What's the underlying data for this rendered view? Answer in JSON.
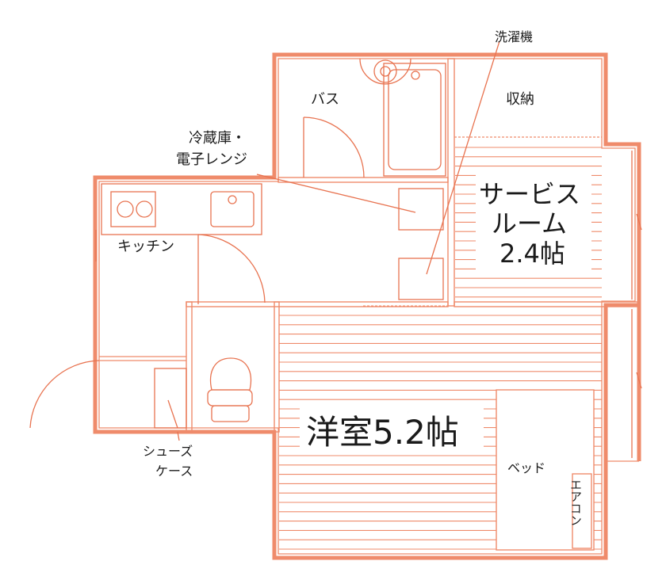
{
  "labels": {
    "washer": "洗濯機",
    "bath": "バス",
    "storage": "収納",
    "fridge_line1": "冷蔵庫・",
    "fridge_line2": "電子レンジ",
    "kitchen": "キッチン",
    "service_line1": "サービス",
    "service_line2": "ルーム",
    "service_size": "2.4帖",
    "western": "洋室5.2帖",
    "bed": "ベッド",
    "aircon": "エアコン",
    "shoe_line1": "シューズ",
    "shoe_line2": "ケース"
  },
  "colors": {
    "wall": "#ef8b6b",
    "line": "#e87350"
  }
}
